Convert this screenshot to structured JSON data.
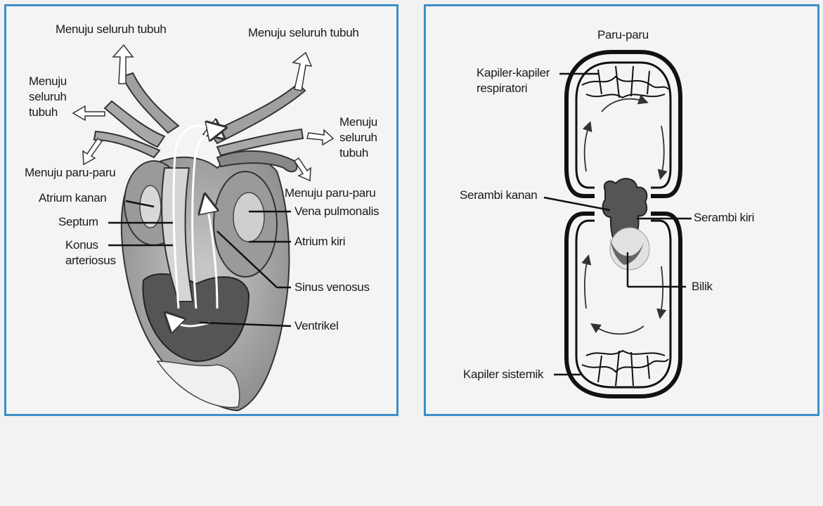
{
  "heart_left": {
    "labels": {
      "top_left": "Menuju seluruh tubuh",
      "top_right": "Menuju seluruh tubuh",
      "left": "Menuju\nseluruh\ntubuh",
      "right": "Menuju\nseluruh\ntubuh",
      "paru_left": "Menuju paru-paru",
      "paru_right": "Menuju paru-paru",
      "atrium_kanan": "Atrium kanan",
      "septum": "Septum",
      "konus": "Konus\narteriosus",
      "vena": "Vena pulmonalis",
      "atrium_kiri": "Atrium kiri",
      "sinus": "Sinus venosus",
      "ventrikel": "Ventrikel"
    }
  },
  "circulation_right": {
    "labels": {
      "paru": "Paru-paru",
      "kapiler_resp": "Kapiler-kapiler\nrespiratori",
      "serambi_kanan": "Serambi kanan",
      "serambi_kiri": "Serambi kiri",
      "bilik": "Bilik",
      "kapiler_sistemik": "Kapiler sistemik"
    }
  },
  "colors": {
    "frame_border": "#3d8fc6",
    "ink": "#1a1a1a",
    "tissue": "#8a8a8a"
  }
}
